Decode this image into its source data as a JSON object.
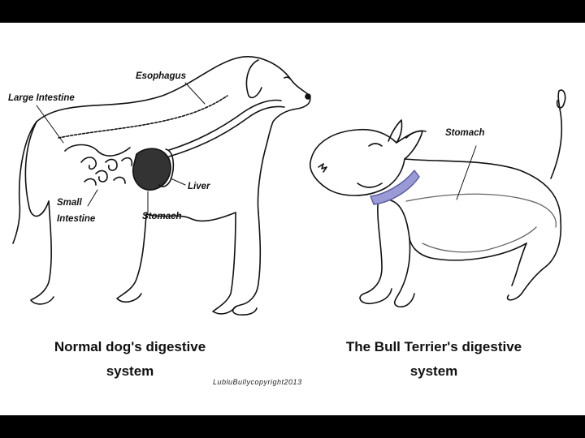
{
  "diagram": {
    "left": {
      "labels": {
        "esophagus": "Esophagus",
        "large_intestine": "Large Intestine",
        "liver": "Liver",
        "small_intestine_line1": "Small",
        "small_intestine_line2": "Intestine",
        "stomach": "Stomach"
      },
      "caption_line1": "Normal dog's digestive",
      "caption_line2": "system"
    },
    "right": {
      "labels": {
        "stomach": "Stomach"
      },
      "caption_line1": "The Bull Terrier's digestive",
      "caption_line2": "system"
    },
    "credit": "LubluBullycopyright2013",
    "colors": {
      "collar": "#9a9ad6",
      "ink": "#111111"
    }
  }
}
